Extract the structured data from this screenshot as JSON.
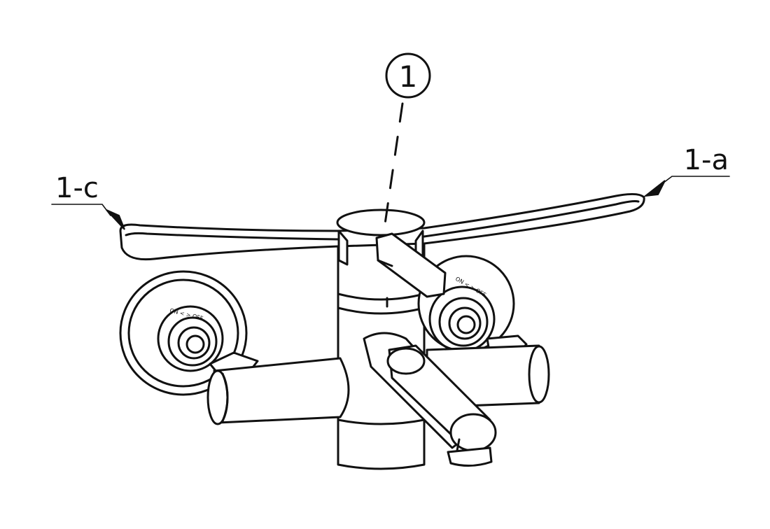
{
  "diagram": {
    "callouts": [
      {
        "id": "main",
        "text": "1"
      },
      {
        "id": "right-handle",
        "text": "1-a"
      },
      {
        "id": "left-handle",
        "text": "1-c"
      }
    ],
    "knob_markings": {
      "left": "ON < > OFF",
      "right": "ON < > OFF"
    }
  }
}
